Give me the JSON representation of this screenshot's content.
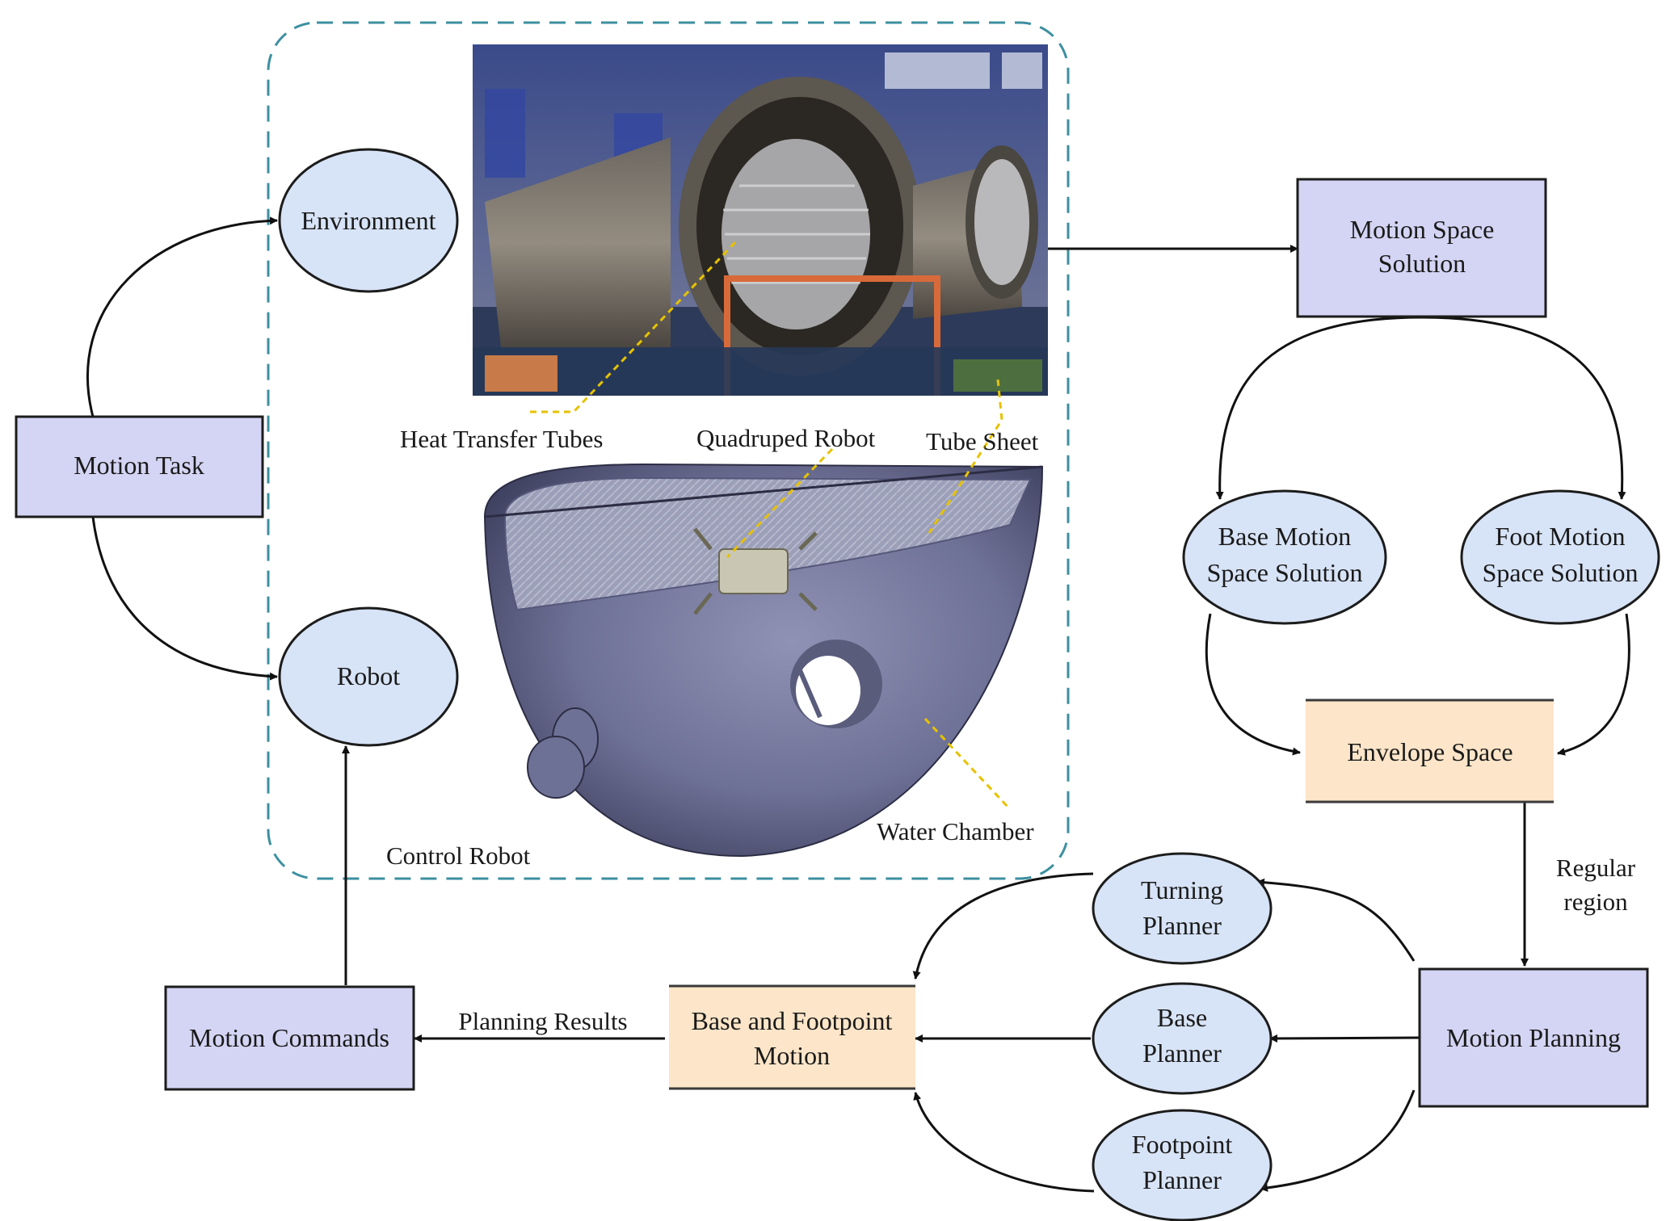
{
  "colors": {
    "box_fill": "#d4d4f4",
    "box_stroke": "#1c1c1c",
    "ellipse_fill": "#d7e3f6",
    "peach_fill": "#fce5c8",
    "dashed_frame": "#3c8fa0",
    "leader": "#e6c200",
    "arrow": "#111111"
  },
  "nodes": {
    "motion_task": "Motion Task",
    "environment": "Environment",
    "robot": "Robot",
    "motion_space_solution": [
      "Motion Space",
      "Solution"
    ],
    "base_motion_space_solution": [
      "Base Motion",
      "Space Solution"
    ],
    "foot_motion_space_solution": [
      "Foot Motion",
      "Space Solution"
    ],
    "envelope_space": "Envelope Space",
    "motion_planning": "Motion Planning",
    "turning_planner": [
      "Turning",
      "Planner"
    ],
    "base_planner": [
      "Base",
      "Planner"
    ],
    "footpoint_planner": [
      "Footpoint",
      "Planner"
    ],
    "base_and_footpoint_motion": [
      "Base and Footpoint",
      "Motion"
    ],
    "motion_commands": "Motion Commands"
  },
  "edge_labels": {
    "regular_region": [
      "Regular",
      "region"
    ],
    "planning_results": "Planning Results",
    "control_robot": "Control Robot"
  },
  "image_callouts": {
    "heat_transfer_tubes": "Heat Transfer Tubes",
    "quadruped_robot": "Quadruped Robot",
    "tube_sheet": "Tube Sheet",
    "water_chamber": "Water Chamber"
  }
}
